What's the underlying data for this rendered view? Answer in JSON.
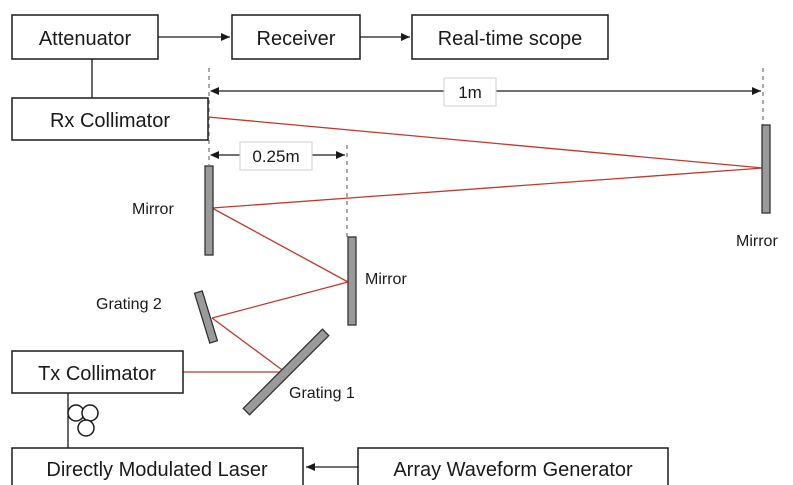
{
  "boxes": {
    "attenuator": "Attenuator",
    "receiver": "Receiver",
    "scope": "Real-time scope",
    "rx_collimator": "Rx Collimator",
    "tx_collimator": "Tx Collimator",
    "laser": "Directly Modulated Laser",
    "awg": "Array Waveform Generator"
  },
  "optics": {
    "mirror_left": "Mirror",
    "mirror_center": "Mirror",
    "mirror_right": "Mirror",
    "grating1": "Grating 1",
    "grating2": "Grating 2"
  },
  "dimensions": {
    "long": "1m",
    "short": "0.25m"
  },
  "colors": {
    "beam": "#c0392b",
    "optic_fill": "#9a9a9a",
    "line": "#1a1a1a"
  }
}
